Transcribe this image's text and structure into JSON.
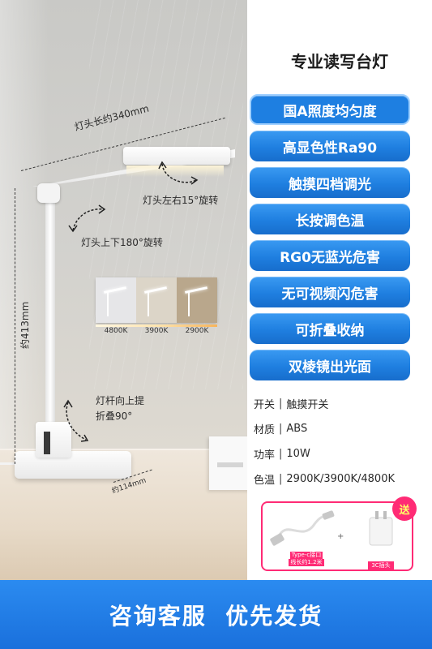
{
  "product": {
    "title": "专业读写台灯"
  },
  "features": [
    "国A照度均匀度",
    "高显色性Ra90",
    "触摸四档调光",
    "长按调色温",
    "RG0无蓝光危害",
    "无可视频闪危害",
    "可折叠收纳",
    "双棱镜出光面"
  ],
  "annotations": {
    "head_length": "灯头长约340mm",
    "head_rotate_lr": "灯头左右15°旋转",
    "head_rotate_ud": "灯头上下180°旋转",
    "height": "约413mm",
    "fold_line1": "灯杆向上提",
    "fold_line2": "折叠90°",
    "base_width": "约114mm"
  },
  "color_temps": {
    "labels": [
      "4800K",
      "3900K",
      "2900K"
    ],
    "swatch_colors": [
      "#e6e6e8",
      "#dcd5c8",
      "#b9a78c"
    ]
  },
  "specs": [
    {
      "key": "开关",
      "value": "触摸开关"
    },
    {
      "key": "材质",
      "value": "ABS"
    },
    {
      "key": "功率",
      "value": "10W"
    },
    {
      "key": "色温",
      "value": "2900K/3900K/4800K"
    }
  ],
  "spec_separator": "|",
  "gift": {
    "badge": "送",
    "plus": "+",
    "cable_caption_line1": "Type-c接口",
    "cable_caption_line2": "线长约1.2米",
    "adapter_caption": "3C插头"
  },
  "footer": {
    "text": "咨询客服  优先发货"
  },
  "colors": {
    "feature_blue": "#1f7fe0",
    "gift_pink": "#ff2b75",
    "footer_blue": "#1a70dc"
  }
}
